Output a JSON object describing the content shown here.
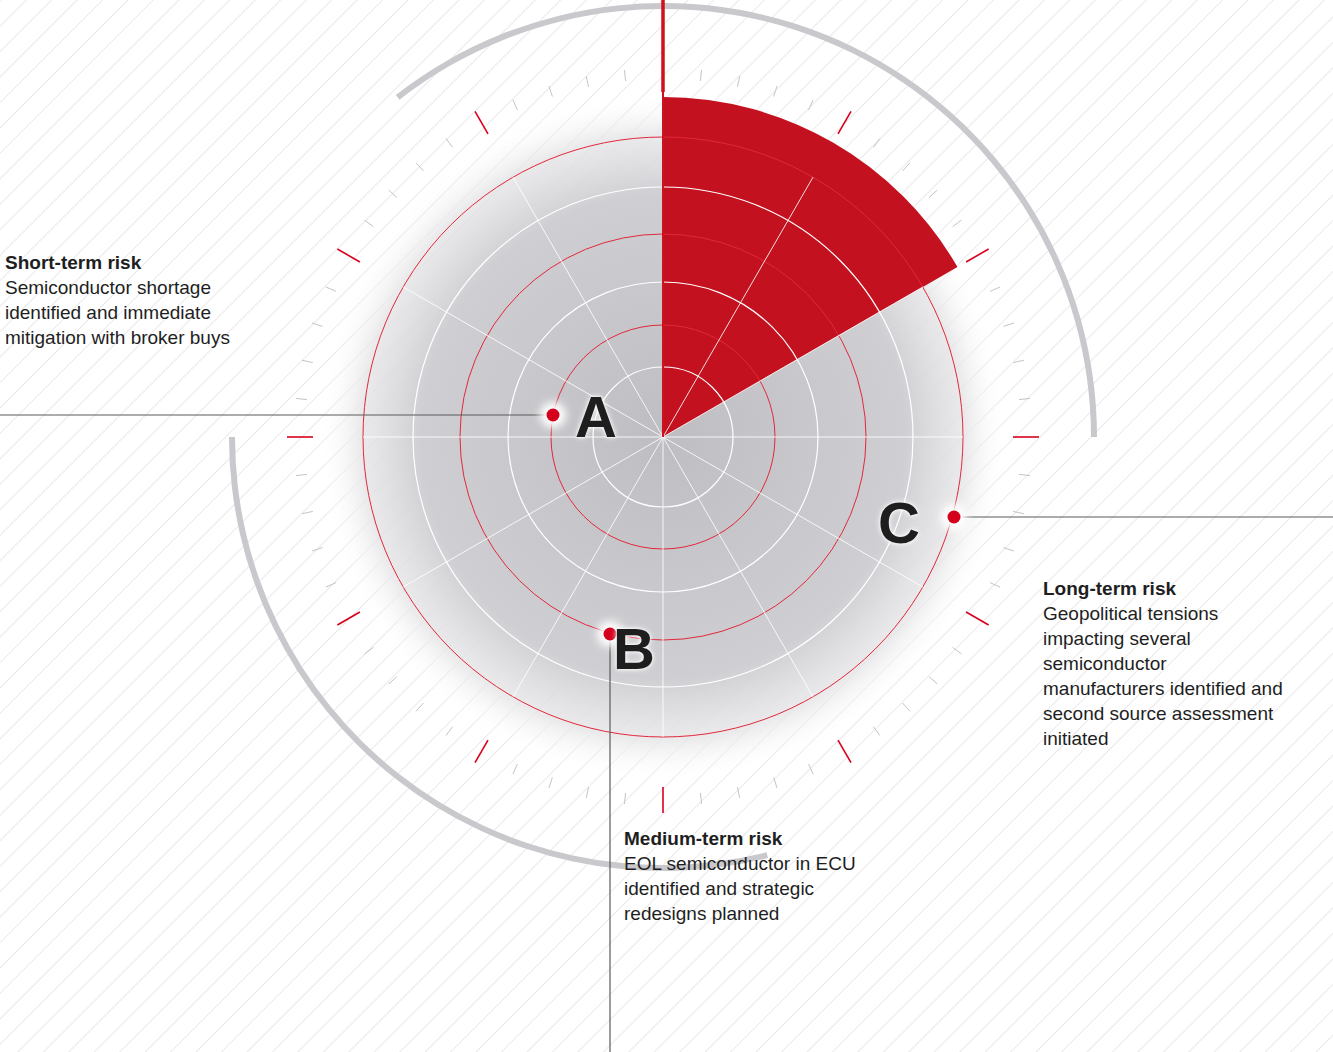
{
  "diagram": {
    "labels": [
      "Short-term risk",
      "Semiconductor shortage identified and immediate mitigation with broker buys",
      "A",
      "Medium-term risk",
      "EOL semiconductor in ECU identified and strategic redesigns planned",
      "B",
      "Long-term risk",
      "Geopolitical tensions impacting several semiconductor manufacturers identified and second source assessment initiated",
      "C"
    ]
  }
}
